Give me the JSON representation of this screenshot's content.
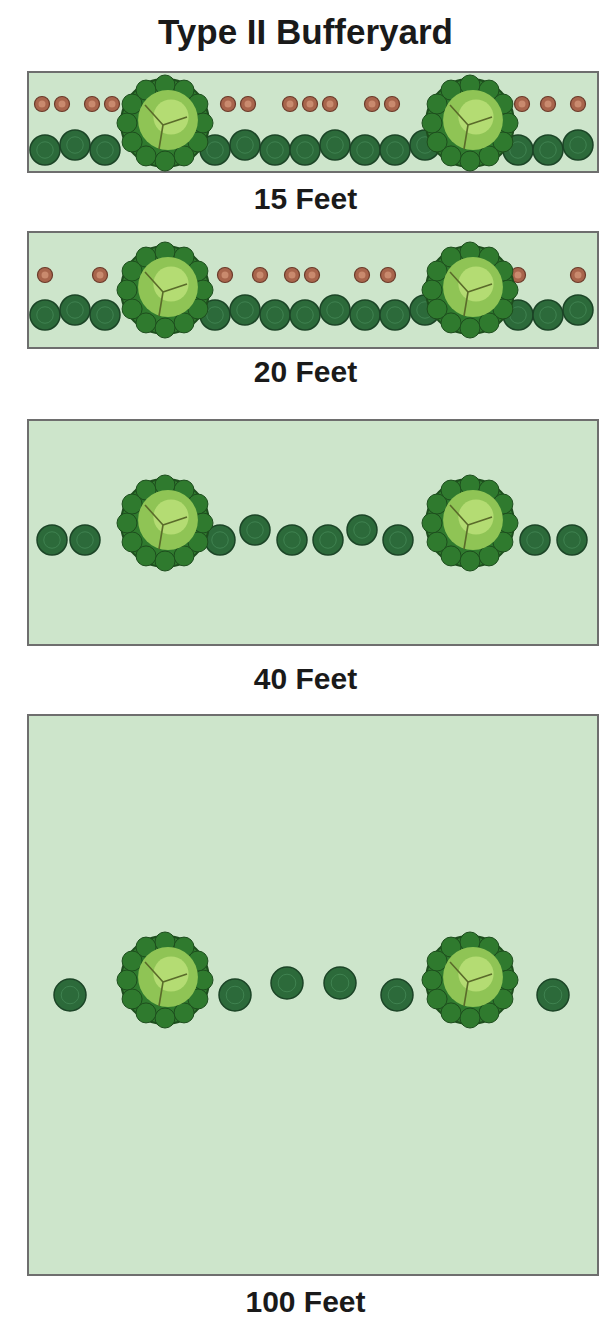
{
  "diagram": {
    "title": "Type II Bufferyard",
    "labels": [
      "15 Feet",
      "20 Feet",
      "40 Feet",
      "100 Feet"
    ]
  }
}
